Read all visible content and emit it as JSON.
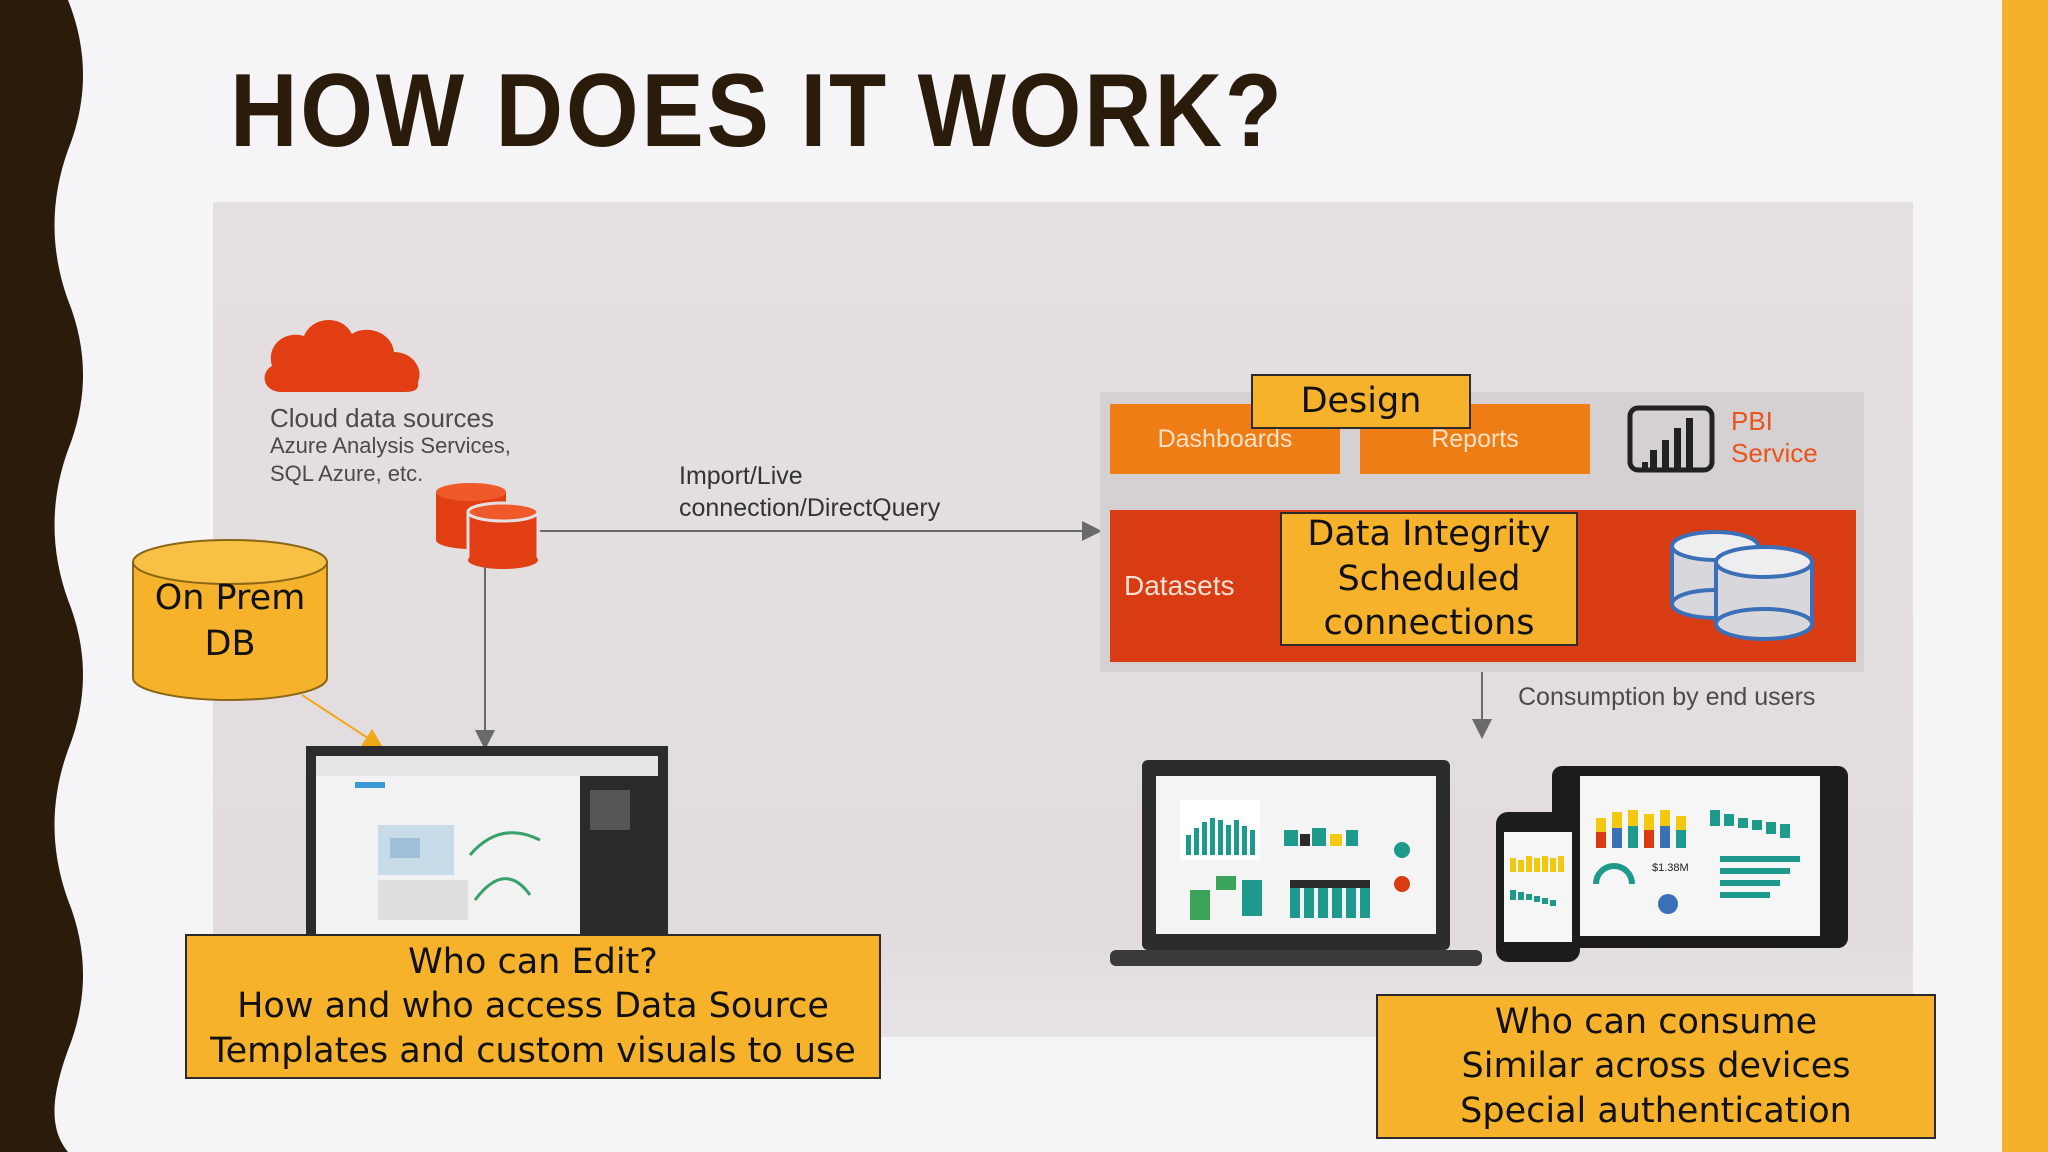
{
  "slide": {
    "title": "HOW DOES IT WORK?"
  },
  "colors": {
    "accent_yellow": "#f7b22b",
    "dark_brown": "#2a1b0b",
    "power_bi_orange": "#ee7d15",
    "dataset_red": "#d93b12",
    "panel_gray": "#e3dee0"
  },
  "cloud": {
    "icon": "cloud-icon",
    "title": "Cloud data sources",
    "line1": "Azure Analysis Services,",
    "line2": "SQL Azure, etc."
  },
  "on_prem": {
    "line1": "On Prem",
    "line2": "DB"
  },
  "connection_label": {
    "line1": "Import/Live",
    "line2": "connection/DirectQuery"
  },
  "service": {
    "design_label": "Design",
    "dashboards_label": "Dashboards",
    "reports_label": "Reports",
    "pbi_line1": "PBI",
    "pbi_line2": "Service",
    "datasets_label": "Datasets",
    "integrity_line1": "Data Integrity",
    "integrity_line2": "Scheduled",
    "integrity_line3": "connections"
  },
  "consumption_label": "Consumption by end users",
  "edit_box": {
    "line1": "Who can Edit?",
    "line2": "How and who access Data Source",
    "line3": "Templates and custom visuals to use"
  },
  "consume_box": {
    "line1": "Who can consume",
    "line2": "Similar across devices",
    "line3": "Special authentication"
  },
  "device_screens": {
    "tablet_kpi": "$1.38M"
  }
}
